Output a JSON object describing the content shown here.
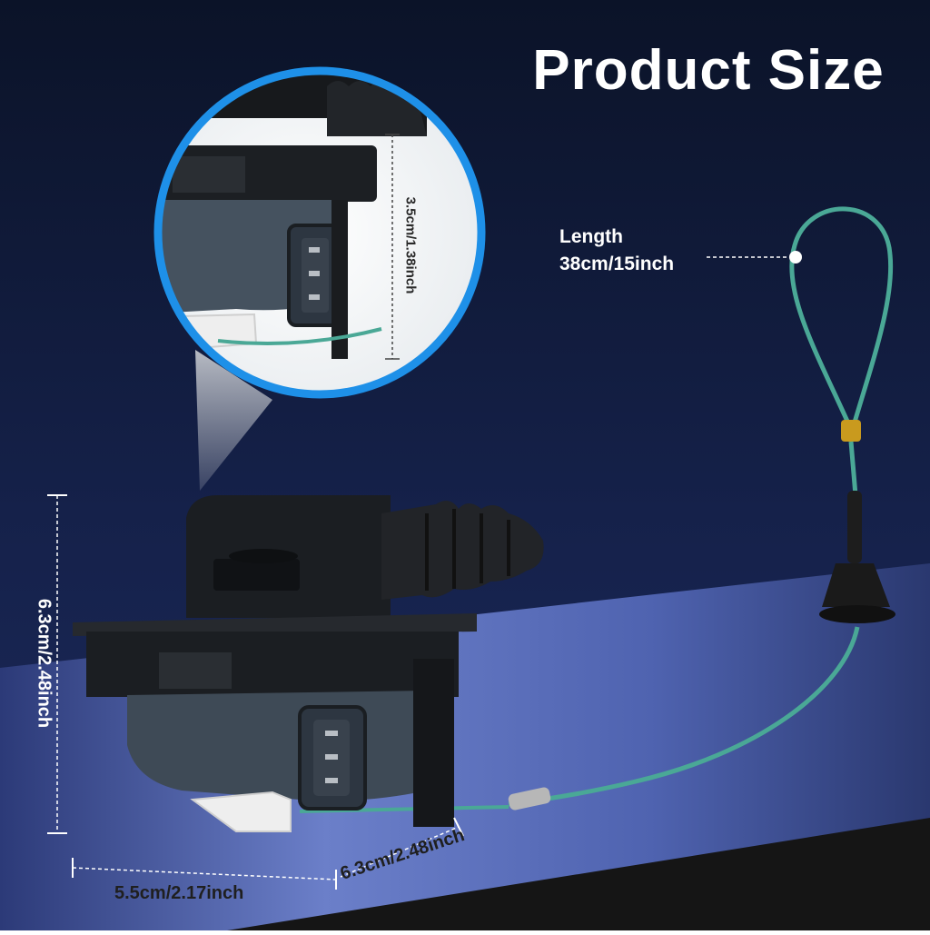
{
  "title": "Product Size",
  "cable": {
    "label_line1": "Length",
    "label_line2": "38cm/15inch"
  },
  "dimensions": {
    "height": "6.3cm/2.48inch",
    "width": "5.5cm/2.17inch",
    "depth": "6.3cm/2.48inch",
    "connector_height": "3.5cm/1.38inch"
  },
  "colors": {
    "background": "#0f1a33",
    "floor_light": "#6b7fc9",
    "floor_dark": "#151515",
    "circle_ring": "#1e90e8",
    "cable": "#4aa896",
    "actuator": "#1b1e22",
    "motor_housing": "#3e4a56"
  }
}
